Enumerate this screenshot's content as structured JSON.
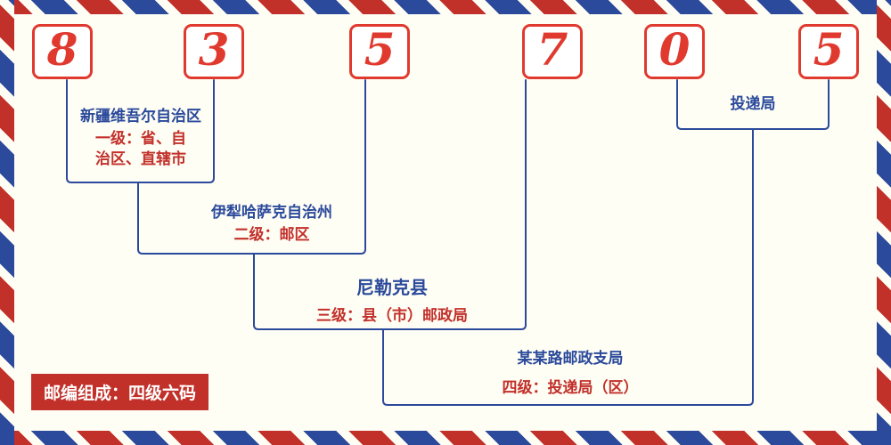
{
  "postal_code": {
    "digits": [
      "8",
      "3",
      "5",
      "7",
      "0",
      "5"
    ]
  },
  "levels": [
    {
      "name": "新疆维吾尔自治区",
      "desc": "一级：省、自治区、直辖市"
    },
    {
      "name": "伊犁哈萨克自治州",
      "desc": "二级：邮区"
    },
    {
      "name": "尼勒克县",
      "desc": "三级：县（市）邮政局"
    },
    {
      "name": "某某路邮政支局",
      "desc": "四级：投递局（区）"
    }
  ],
  "delivery_office_label": "投递局",
  "footer_note": "邮编组成：四级六码",
  "colors": {
    "accent_red": "#e03a2f",
    "text_red": "#c2302a",
    "accent_blue": "#2b4a9b",
    "background": "#fffef5"
  }
}
